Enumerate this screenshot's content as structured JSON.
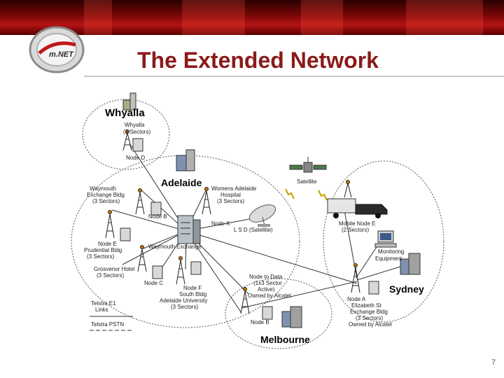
{
  "slide": {
    "title": "The Extended Network",
    "logo_text": "m.NET",
    "page_number": "7"
  },
  "diagram": {
    "cities": {
      "whyalla": "Whyalla",
      "adelaide": "Adelaide",
      "sydney": "Sydney",
      "melbourne": "Melbourne"
    },
    "nodes": {
      "whyalla_node": [
        "Whyalla",
        "(3 Sectors)"
      ],
      "whyalla_node_d": "Node D",
      "satellite": "Satellite",
      "waymouth": [
        "Waymouth",
        "Exchange Bldg",
        "(3 Sectors)"
      ],
      "womens_hospital": [
        "Womens Adelaide",
        "Hospital",
        "(3 Sectors)"
      ],
      "node_b_adl": "Node B",
      "node_k": "Node K",
      "lsd": "L S D (Satellite)",
      "mobile_node": [
        "Mobile Node E",
        "(2 Sectors)"
      ],
      "monitoring": [
        "Monitoring",
        "Equipment"
      ],
      "node_e_prudential": [
        "Node E",
        "Prudential Bldg",
        "(3 Sectors)"
      ],
      "waymouth_exchange": "Waymouth Exchange",
      "grosvenor": [
        "Grosvenor Hotel",
        "(3 Sectors)"
      ],
      "node_c": "Node C",
      "node_f": [
        "Node F",
        "South Bldg",
        "Adelaide University",
        "(3 Sectors)"
      ],
      "node_to_data": [
        "Node to Data",
        "(1x3 Sector",
        "Active)",
        "Owned by Alcatel"
      ],
      "node_b_mel": "Node B",
      "node_a_syd": [
        "Node A",
        "Elizabeth St",
        "Exchange Bldg",
        "(3 Sectors)",
        "Owned by Alcatel"
      ]
    },
    "legend": {
      "e1": [
        "Telstra E1",
        "Links"
      ],
      "pstn": "Telstra PSTN"
    }
  }
}
